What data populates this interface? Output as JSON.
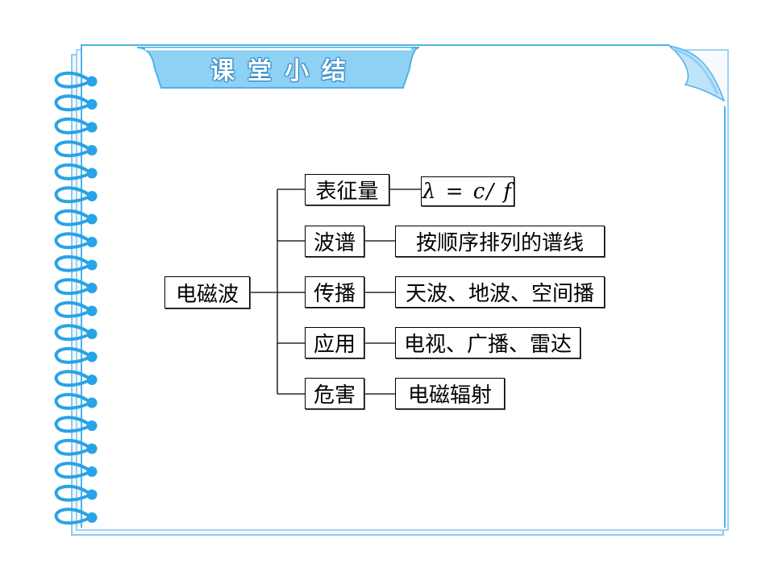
{
  "title": "课堂小结",
  "colors": {
    "page_border": "#4fb2ea",
    "tab_fill": "#7fc8f2",
    "spiral": "#29a3e6"
  },
  "icons": {
    "spiral": "spiral-binding-icon",
    "curl": "page-curl-icon"
  },
  "diagram": {
    "root": "电磁波",
    "branches": [
      {
        "label": "表征量",
        "detail": "λ = c/ f"
      },
      {
        "label": "波谱",
        "detail": "按顺序排列的谱线"
      },
      {
        "label": "传播",
        "detail": "天波、地波、空间播"
      },
      {
        "label": "应用",
        "detail": "电视、广播、雷达"
      },
      {
        "label": "危害",
        "detail": "电磁辐射"
      }
    ]
  }
}
